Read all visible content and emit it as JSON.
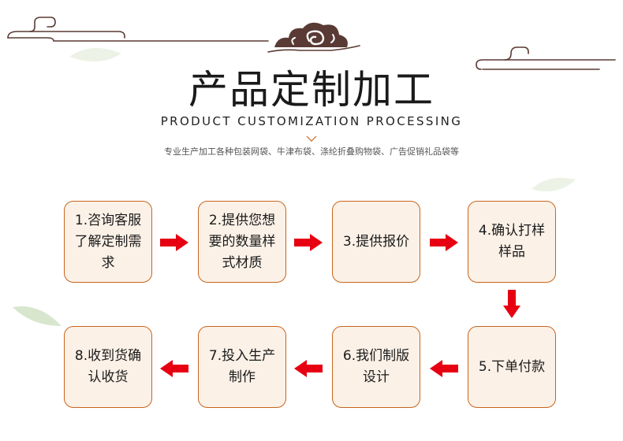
{
  "header": {
    "title": "产品定制加工",
    "subtitle": "PRODUCT CUSTOMIZATION PROCESSING",
    "description": "专业生产加工各种包装网袋、牛津布袋、涤纶折叠购物袋、广告促销礼品袋等"
  },
  "steps": [
    {
      "label": "1.咨询客服了解定制需求"
    },
    {
      "label": "2.提供您想要的数量样式材质"
    },
    {
      "label": "3.提供报价"
    },
    {
      "label": "4.确认打样样品"
    },
    {
      "label": "5.下单付款"
    },
    {
      "label": "6.我们制版设计"
    },
    {
      "label": "7.投入生产制作"
    },
    {
      "label": "8.收到货确认收货"
    }
  ],
  "icons": {
    "cloud": "cloud-swirl-icon",
    "arrow": "arrow-icon"
  },
  "colors": {
    "step_border": "#c9651c",
    "step_fill": "#fbf1e7",
    "arrow": "#e60012",
    "ornament": "#5a3a34"
  }
}
